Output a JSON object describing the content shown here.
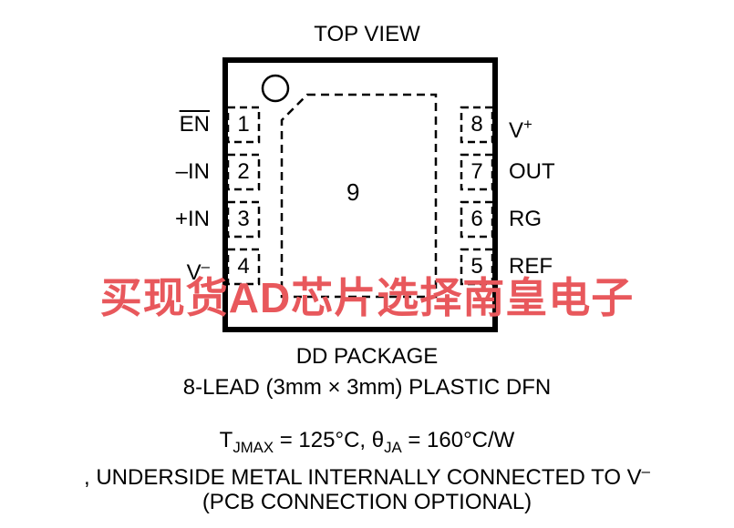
{
  "header": {
    "view_label": "TOP VIEW"
  },
  "package": {
    "center_pad": "9",
    "left_pins": [
      {
        "num": "1",
        "label": "EN",
        "overbar": true
      },
      {
        "num": "2",
        "label": "–IN"
      },
      {
        "num": "3",
        "label": "+IN"
      },
      {
        "num": "4",
        "label": "V",
        "sup": "–"
      }
    ],
    "right_pins": [
      {
        "num": "8",
        "label": "V",
        "sup": "+"
      },
      {
        "num": "7",
        "label": "OUT"
      },
      {
        "num": "6",
        "label": "RG"
      },
      {
        "num": "5",
        "label": "REF"
      }
    ]
  },
  "caption": {
    "line1": "DD PACKAGE",
    "line2": "8-LEAD (3mm × 3mm) PLASTIC DFN",
    "thermal_t": "T",
    "thermal_t_sub": "JMAX",
    "thermal_mid": " = 125°C, θ",
    "thermal_theta_sub": "JA",
    "thermal_end": " = 160°C/W",
    "line4": ", UNDERSIDE METAL INTERNALLY CONNECTED TO V",
    "line4_sup": "–",
    "line5": "(PCB CONNECTION OPTIONAL)"
  },
  "watermark": "买现货AD芯片选择南皇电子"
}
